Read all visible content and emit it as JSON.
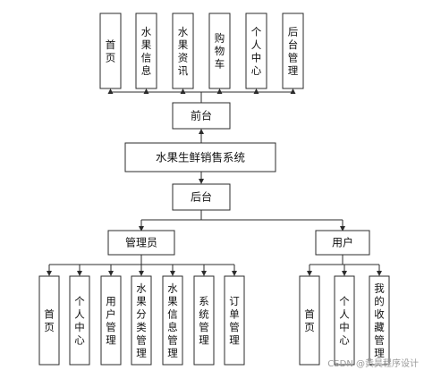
{
  "diagram": {
    "system": "水果生鲜销售系统",
    "frontend": {
      "label": "前台",
      "modules": [
        "首页",
        "水果信息",
        "水果资讯",
        "购物车",
        "个人中心",
        "后台管理"
      ]
    },
    "backend": {
      "label": "后台",
      "roles": [
        {
          "label": "管理员",
          "modules": [
            "首页",
            "个人中心",
            "用户管理",
            "水果分类管理",
            "水果信息管理",
            "系统管理",
            "订单管理"
          ]
        },
        {
          "label": "用户",
          "modules": [
            "首页",
            "个人中心",
            "我的收藏管理"
          ]
        }
      ]
    }
  },
  "watermark": "CSDN @黄昊程序设计"
}
